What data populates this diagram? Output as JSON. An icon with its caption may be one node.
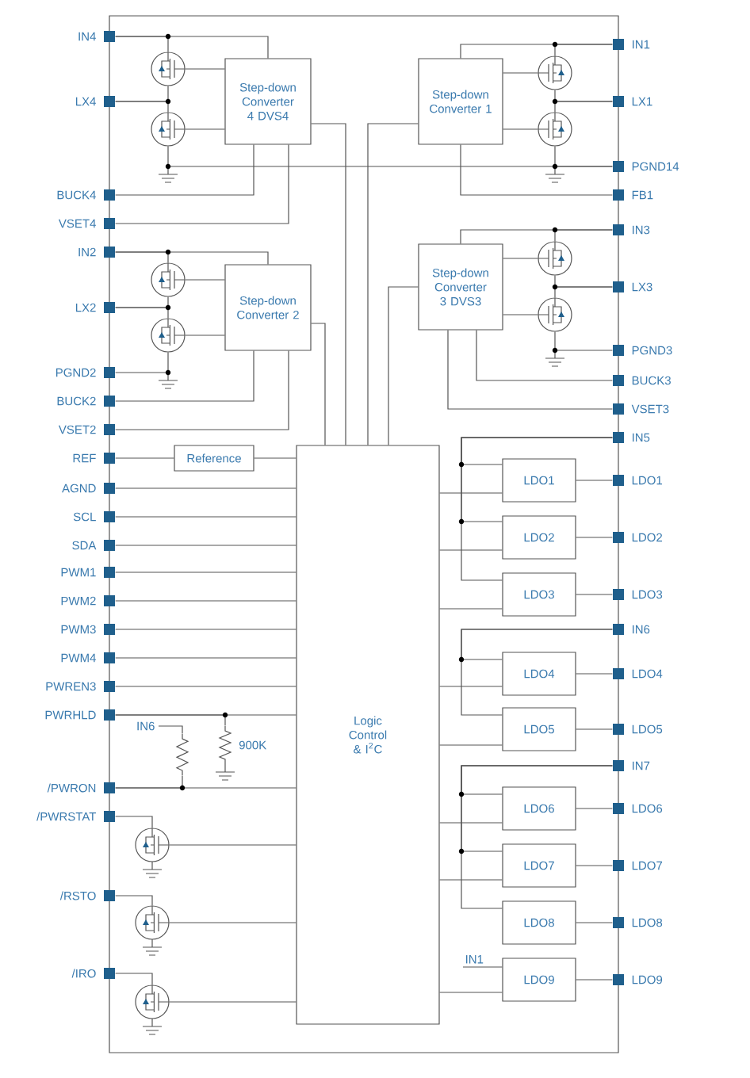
{
  "diagram": {
    "nodes": [
      {
        "text": [
          "IN4"
        ]
      },
      {
        "text": [
          "LX4"
        ]
      },
      {
        "text": [
          "BUCK4"
        ]
      },
      {
        "text": [
          "VSET4"
        ]
      },
      {
        "text": [
          "IN2"
        ]
      },
      {
        "text": [
          "LX2"
        ]
      },
      {
        "text": [
          "PGND2"
        ]
      },
      {
        "text": [
          "BUCK2"
        ]
      },
      {
        "text": [
          "VSET2"
        ]
      },
      {
        "text": [
          "REF"
        ]
      },
      {
        "text": [
          "AGND"
        ]
      },
      {
        "text": [
          "SCL"
        ]
      },
      {
        "text": [
          "SDA"
        ]
      },
      {
        "text": [
          "PWM1"
        ]
      },
      {
        "text": [
          "PWM2"
        ]
      },
      {
        "text": [
          "PWM3"
        ]
      },
      {
        "text": [
          "PWM4"
        ]
      },
      {
        "text": [
          "PWREN3"
        ]
      },
      {
        "text": [
          "PWRHLD"
        ]
      },
      {
        "text": [
          "/PWRON"
        ]
      },
      {
        "text": [
          "/PWRSTAT"
        ]
      },
      {
        "text": [
          "/RSTO"
        ]
      },
      {
        "text": [
          "/IRO"
        ]
      },
      {
        "text": [
          "IN1"
        ]
      },
      {
        "text": [
          "LX1"
        ]
      },
      {
        "text": [
          "PGND14"
        ]
      },
      {
        "text": [
          "FB1"
        ]
      },
      {
        "text": [
          "IN3"
        ]
      },
      {
        "text": [
          "LX3"
        ]
      },
      {
        "text": [
          "PGND3"
        ]
      },
      {
        "text": [
          "BUCK3"
        ]
      },
      {
        "text": [
          "VSET3"
        ]
      },
      {
        "text": [
          "IN5"
        ]
      },
      {
        "text": [
          "LDO1"
        ]
      },
      {
        "text": [
          "LDO2"
        ]
      },
      {
        "text": [
          "LDO3"
        ]
      },
      {
        "text": [
          "IN6"
        ]
      },
      {
        "text": [
          "LDO4"
        ]
      },
      {
        "text": [
          "LDO5"
        ]
      },
      {
        "text": [
          "IN7"
        ]
      },
      {
        "text": [
          "LDO6"
        ]
      },
      {
        "text": [
          "LDO7"
        ]
      },
      {
        "text": [
          "LDO8"
        ]
      },
      {
        "text": [
          "LDO9"
        ]
      },
      {
        "text": [
          "Step-down Converter 4 DVS4"
        ]
      },
      {
        "text": [
          "Step-down Converter 1"
        ]
      },
      {
        "text": [
          "Step-down Converter 2"
        ]
      },
      {
        "text": [
          "Step-down Converter 3 DVS3"
        ]
      },
      {
        "text": [
          "Reference"
        ]
      },
      {
        "text": [
          "Logic Control & I$^{2}$C"
        ]
      },
      {
        "text": [
          "LDO1"
        ]
      },
      {
        "text": [
          "LDO2"
        ]
      },
      {
        "text": [
          "LDO3"
        ]
      },
      {
        "text": [
          "LDO4"
        ]
      },
      {
        "text": [
          "LDO5"
        ]
      },
      {
        "text": [
          "LDO6"
        ]
      },
      {
        "text": [
          "LDO7"
        ]
      },
      {
        "text": [
          "LDO8"
        ]
      },
      {
        "text": [
          "LDO9"
        ]
      },
      {
        "text": [],
        "shape": "transistor"
      },
      {
        "text": [],
        "shape": "transistor"
      },
      {
        "text": [],
        "shape": "transistor"
      },
      {
        "text": [],
        "shape": "transistor"
      },
      {
        "text": [],
        "shape": "transistor"
      },
      {
        "text": [],
        "shape": "transistor"
      },
      {
        "text": [],
        "shape": "transistor"
      },
      {
        "text": [],
        "shape": "transistor"
      },
      {
        "text": [],
        "shape": "transistor"
      },
      {
        "text": [],
        "shape": "transistor"
      },
      {
        "text": [],
        "shape": "transistor"
      },
      {
        "text": [],
        "shape": "resistor"
      },
      {
        "text": [],
        "shape": "resistor",
        "beside": [
          "900K"
        ]
      }
    ],
    "edges": [
      {
        "from": 0,
        "to": 59,
        "arrow": "none"
      },
      {
        "from": 0,
        "to": 44,
        "arrow": "none"
      },
      {
        "from": 1,
        "to": 59,
        "arrow": "none"
      },
      {
        "from": 1,
        "to": 60,
        "arrow": "none"
      },
      {
        "from": 59,
        "to": 44,
        "arrow": "none"
      },
      {
        "from": 60,
        "to": 44,
        "arrow": "none"
      },
      {
        "from": 60,
        "to": 25,
        "arrow": "none"
      },
      {
        "from": 44,
        "to": 2,
        "arrow": "none"
      },
      {
        "from": 44,
        "to": 3,
        "arrow": "none"
      },
      {
        "from": 44,
        "to": 49,
        "arrow": "none"
      },
      {
        "from": 23,
        "to": 61,
        "arrow": "none"
      },
      {
        "from": 23,
        "to": 45,
        "arrow": "none"
      },
      {
        "from": 24,
        "to": 61,
        "arrow": "none"
      },
      {
        "from": 24,
        "to": 62,
        "arrow": "none"
      },
      {
        "from": 61,
        "to": 45,
        "arrow": "none"
      },
      {
        "from": 62,
        "to": 45,
        "arrow": "none"
      },
      {
        "from": 62,
        "to": 25,
        "arrow": "none"
      },
      {
        "from": 45,
        "to": 26,
        "arrow": "none"
      },
      {
        "from": 45,
        "to": 49,
        "arrow": "none"
      },
      {
        "from": 4,
        "to": 63,
        "arrow": "none"
      },
      {
        "from": 4,
        "to": 46,
        "arrow": "none"
      },
      {
        "from": 5,
        "to": 63,
        "arrow": "none"
      },
      {
        "from": 5,
        "to": 64,
        "arrow": "none"
      },
      {
        "from": 63,
        "to": 46,
        "arrow": "none"
      },
      {
        "from": 64,
        "to": 46,
        "arrow": "none"
      },
      {
        "from": 64,
        "to": 6,
        "arrow": "none"
      },
      {
        "from": 46,
        "to": 7,
        "arrow": "none"
      },
      {
        "from": 46,
        "to": 8,
        "arrow": "none"
      },
      {
        "from": 46,
        "to": 49,
        "arrow": "none"
      },
      {
        "from": 27,
        "to": 65,
        "arrow": "none"
      },
      {
        "from": 27,
        "to": 47,
        "arrow": "none"
      },
      {
        "from": 28,
        "to": 65,
        "arrow": "none"
      },
      {
        "from": 28,
        "to": 66,
        "arrow": "none"
      },
      {
        "from": 65,
        "to": 47,
        "arrow": "none"
      },
      {
        "from": 66,
        "to": 47,
        "arrow": "none"
      },
      {
        "from": 66,
        "to": 29,
        "arrow": "none"
      },
      {
        "from": 47,
        "to": 30,
        "arrow": "none"
      },
      {
        "from": 47,
        "to": 31,
        "arrow": "none"
      },
      {
        "from": 47,
        "to": 49,
        "arrow": "none"
      },
      {
        "from": 9,
        "to": 48,
        "arrow": "none"
      },
      {
        "from": 48,
        "to": 49,
        "arrow": "none"
      },
      {
        "from": 10,
        "to": 49,
        "arrow": "none"
      },
      {
        "from": 11,
        "to": 49,
        "arrow": "none"
      },
      {
        "from": 12,
        "to": 49,
        "arrow": "none"
      },
      {
        "from": 13,
        "to": 49,
        "arrow": "none"
      },
      {
        "from": 14,
        "to": 49,
        "arrow": "none"
      },
      {
        "from": 15,
        "to": 49,
        "arrow": "none"
      },
      {
        "from": 16,
        "to": 49,
        "arrow": "none"
      },
      {
        "from": 17,
        "to": 49,
        "arrow": "none"
      },
      {
        "from": 18,
        "to": 49,
        "arrow": "none"
      },
      {
        "from": 19,
        "to": 49,
        "arrow": "none"
      },
      {
        "from": 70,
        "to": 19,
        "arrow": "none"
      },
      {
        "from": 71,
        "to": 18,
        "arrow": "none"
      },
      {
        "from": 20,
        "to": 67,
        "arrow": "none"
      },
      {
        "from": 67,
        "to": 49,
        "arrow": "none"
      },
      {
        "from": 21,
        "to": 68,
        "arrow": "none"
      },
      {
        "from": 68,
        "to": 49,
        "arrow": "none"
      },
      {
        "from": 22,
        "to": 69,
        "arrow": "none"
      },
      {
        "from": 69,
        "to": 49,
        "arrow": "none"
      },
      {
        "from": 32,
        "to": 50,
        "arrow": "none"
      },
      {
        "from": 32,
        "to": 51,
        "arrow": "none"
      },
      {
        "from": 32,
        "to": 52,
        "arrow": "none"
      },
      {
        "from": 50,
        "to": 33,
        "arrow": "none"
      },
      {
        "from": 51,
        "to": 34,
        "arrow": "none"
      },
      {
        "from": 52,
        "to": 35,
        "arrow": "none"
      },
      {
        "from": 49,
        "to": 50,
        "arrow": "none"
      },
      {
        "from": 49,
        "to": 51,
        "arrow": "none"
      },
      {
        "from": 49,
        "to": 52,
        "arrow": "none"
      },
      {
        "from": 36,
        "to": 53,
        "arrow": "none"
      },
      {
        "from": 36,
        "to": 54,
        "arrow": "none"
      },
      {
        "from": 53,
        "to": 37,
        "arrow": "none"
      },
      {
        "from": 54,
        "to": 38,
        "arrow": "none"
      },
      {
        "from": 49,
        "to": 53,
        "arrow": "none"
      },
      {
        "from": 49,
        "to": 54,
        "arrow": "none"
      },
      {
        "from": 39,
        "to": 55,
        "arrow": "none"
      },
      {
        "from": 39,
        "to": 56,
        "arrow": "none"
      },
      {
        "from": 39,
        "to": 57,
        "arrow": "none"
      },
      {
        "from": 55,
        "to": 40,
        "arrow": "none"
      },
      {
        "from": 56,
        "to": 41,
        "arrow": "none"
      },
      {
        "from": 57,
        "to": 42,
        "arrow": "none"
      },
      {
        "from": 49,
        "to": 55,
        "arrow": "none"
      },
      {
        "from": 49,
        "to": 56,
        "arrow": "none"
      },
      {
        "from": 49,
        "to": 58,
        "arrow": "none"
      },
      {
        "from": 58,
        "to": 43,
        "arrow": "none"
      },
      {
        "from": null,
        "to": 58,
        "arrow": "none",
        "label": "IN1"
      },
      {
        "from": null,
        "to": 70,
        "arrow": "none",
        "label": "IN6"
      }
    ]
  }
}
